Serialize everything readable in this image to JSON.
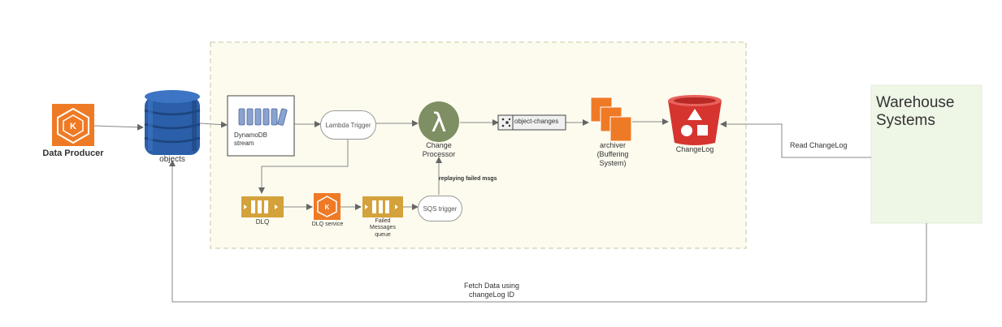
{
  "nodes": {
    "data_producer": "Data Producer",
    "objects": "objects",
    "dynamodb_stream": "DynamoDB\nstream",
    "lambda_trigger": "Lambda Trigger",
    "change_processor": "Change\nProcessor",
    "object_changes": "object-changes",
    "archiver": "archiver\n(Buffering\nSystem)",
    "changelog": "ChangeLog",
    "warehouse": "Warehouse\nSystems",
    "dlq": "DLQ",
    "dlq_service": "DLQ service",
    "failed_messages_queue": "Failed\nMessages\nqueue",
    "sqs_trigger": "SQS trigger"
  },
  "edges": {
    "replaying_failed_msgs": "replaying failed msgs",
    "read_changelog": "Read ChangeLog",
    "fetch_data": "Fetch Data using\nchangeLog ID"
  },
  "colors": {
    "container_fill": "#fdfbee",
    "container_border": "#c8c4a0",
    "warehouse_fill": "#eef6e6",
    "orange": "#ef7a25",
    "dynamo_blue": "#2b5fa9",
    "queue_gold": "#d4a23b",
    "s3_red": "#d6342f",
    "lambda_green": "#7e8f63"
  },
  "icons": {
    "producer": "ecs-icon",
    "database": "dynamodb-icon",
    "stream": "stream-icon",
    "lambda": "lambda-icon",
    "topic": "sns-topic-icon",
    "archiver": "firehose-icon",
    "bucket": "s3-bucket-icon",
    "queue": "sqs-queue-icon"
  }
}
